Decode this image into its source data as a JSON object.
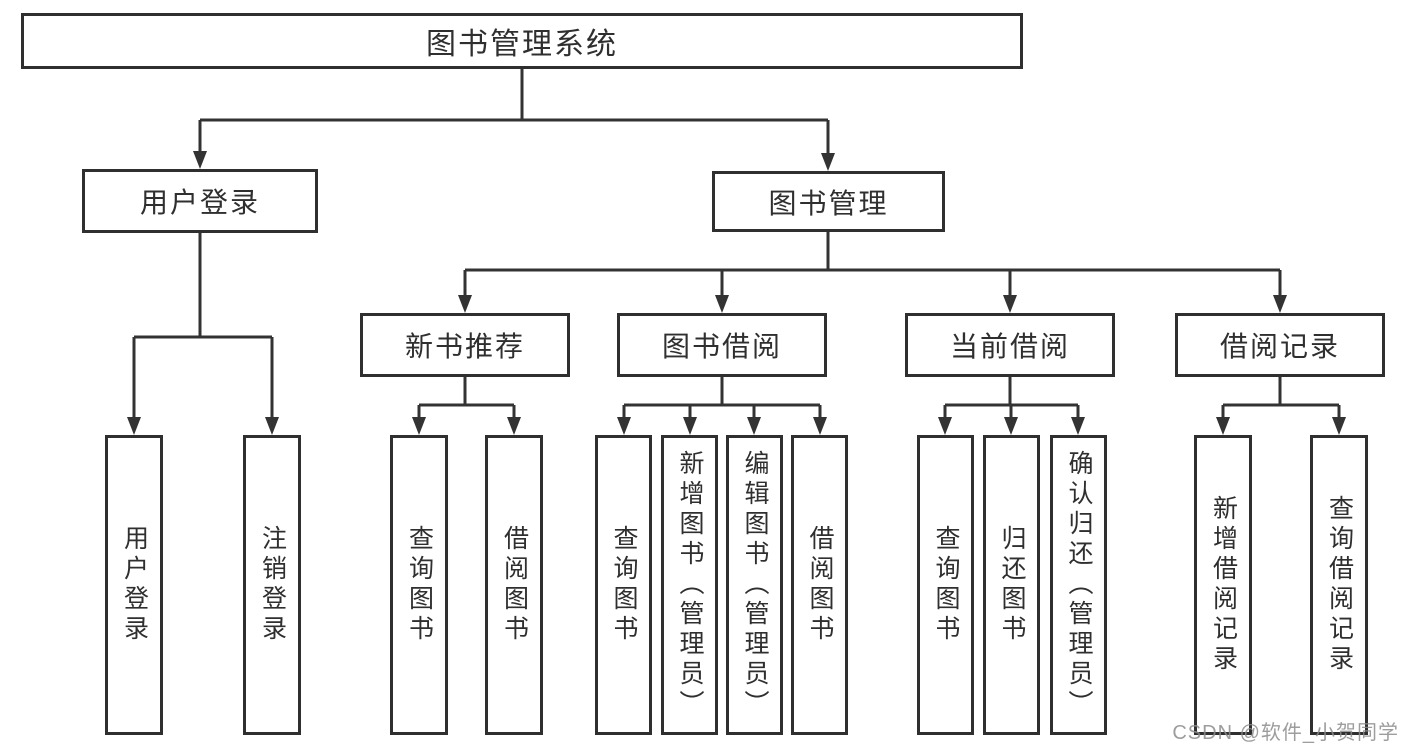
{
  "tree": {
    "label": "图书管理系统",
    "children": [
      {
        "label": "用户登录",
        "children": [
          {
            "label": "用户登录"
          },
          {
            "label": "注销登录"
          }
        ]
      },
      {
        "label": "图书管理",
        "children": [
          {
            "label": "新书推荐",
            "children": [
              {
                "label": "查询图书"
              },
              {
                "label": "借阅图书"
              }
            ]
          },
          {
            "label": "图书借阅",
            "children": [
              {
                "label": "查询图书"
              },
              {
                "label": "新增图书（管理员）"
              },
              {
                "label": "编辑图书（管理员）"
              },
              {
                "label": "借阅图书"
              }
            ]
          },
          {
            "label": "当前借阅",
            "children": [
              {
                "label": "查询图书"
              },
              {
                "label": "归还图书"
              },
              {
                "label": "确认归还（管理员）"
              }
            ]
          },
          {
            "label": "借阅记录",
            "children": [
              {
                "label": "新增借阅记录"
              },
              {
                "label": "查询借阅记录"
              }
            ]
          }
        ]
      }
    ]
  },
  "watermark": {
    "text": "CSDN @软件_小贺同学"
  },
  "colors": {
    "line": "#333333",
    "box_border": "#2f2f2f",
    "text": "#2f2f2f",
    "background": "#ffffff",
    "watermark": "#8c8c8c"
  }
}
